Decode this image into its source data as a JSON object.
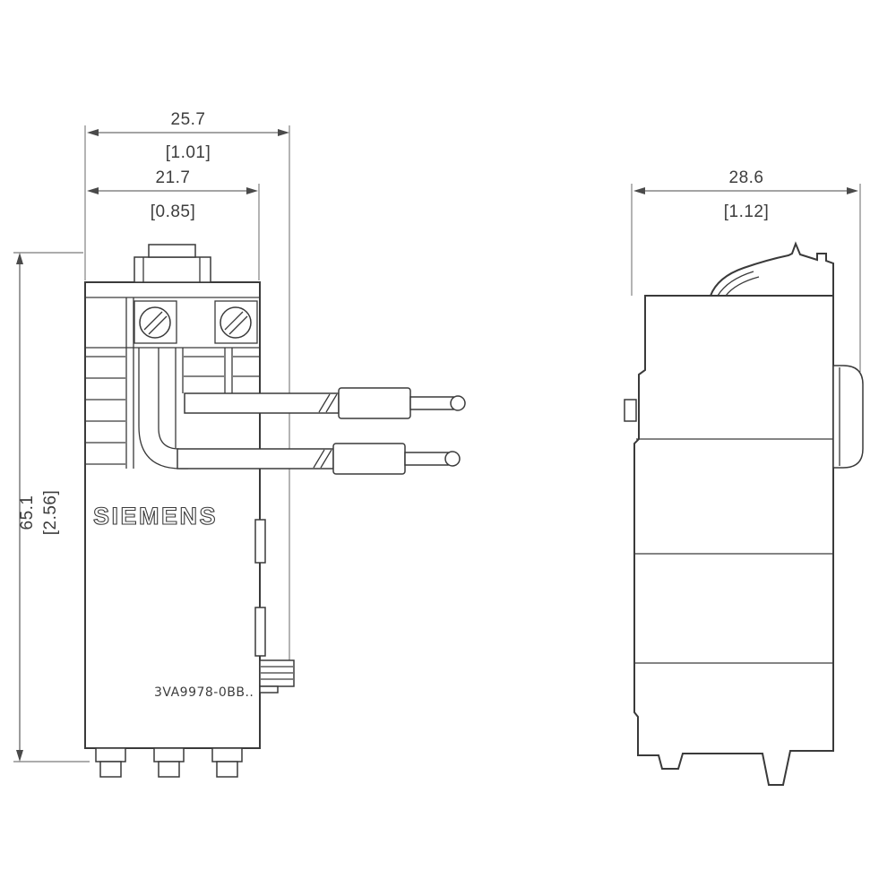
{
  "drawing": {
    "labels": {
      "brand": "SIEMENS",
      "part_number": "3VA9978-0BB.."
    },
    "dims": {
      "front_overall": {
        "mm": "25.7",
        "in": "[1.01]"
      },
      "front_inner": {
        "mm": "21.7",
        "in": "[0.85]"
      },
      "front_height": {
        "mm": "65.1",
        "in": "[2.56]"
      },
      "side_depth": {
        "mm": "28.6",
        "in": "[1.12]"
      }
    }
  }
}
